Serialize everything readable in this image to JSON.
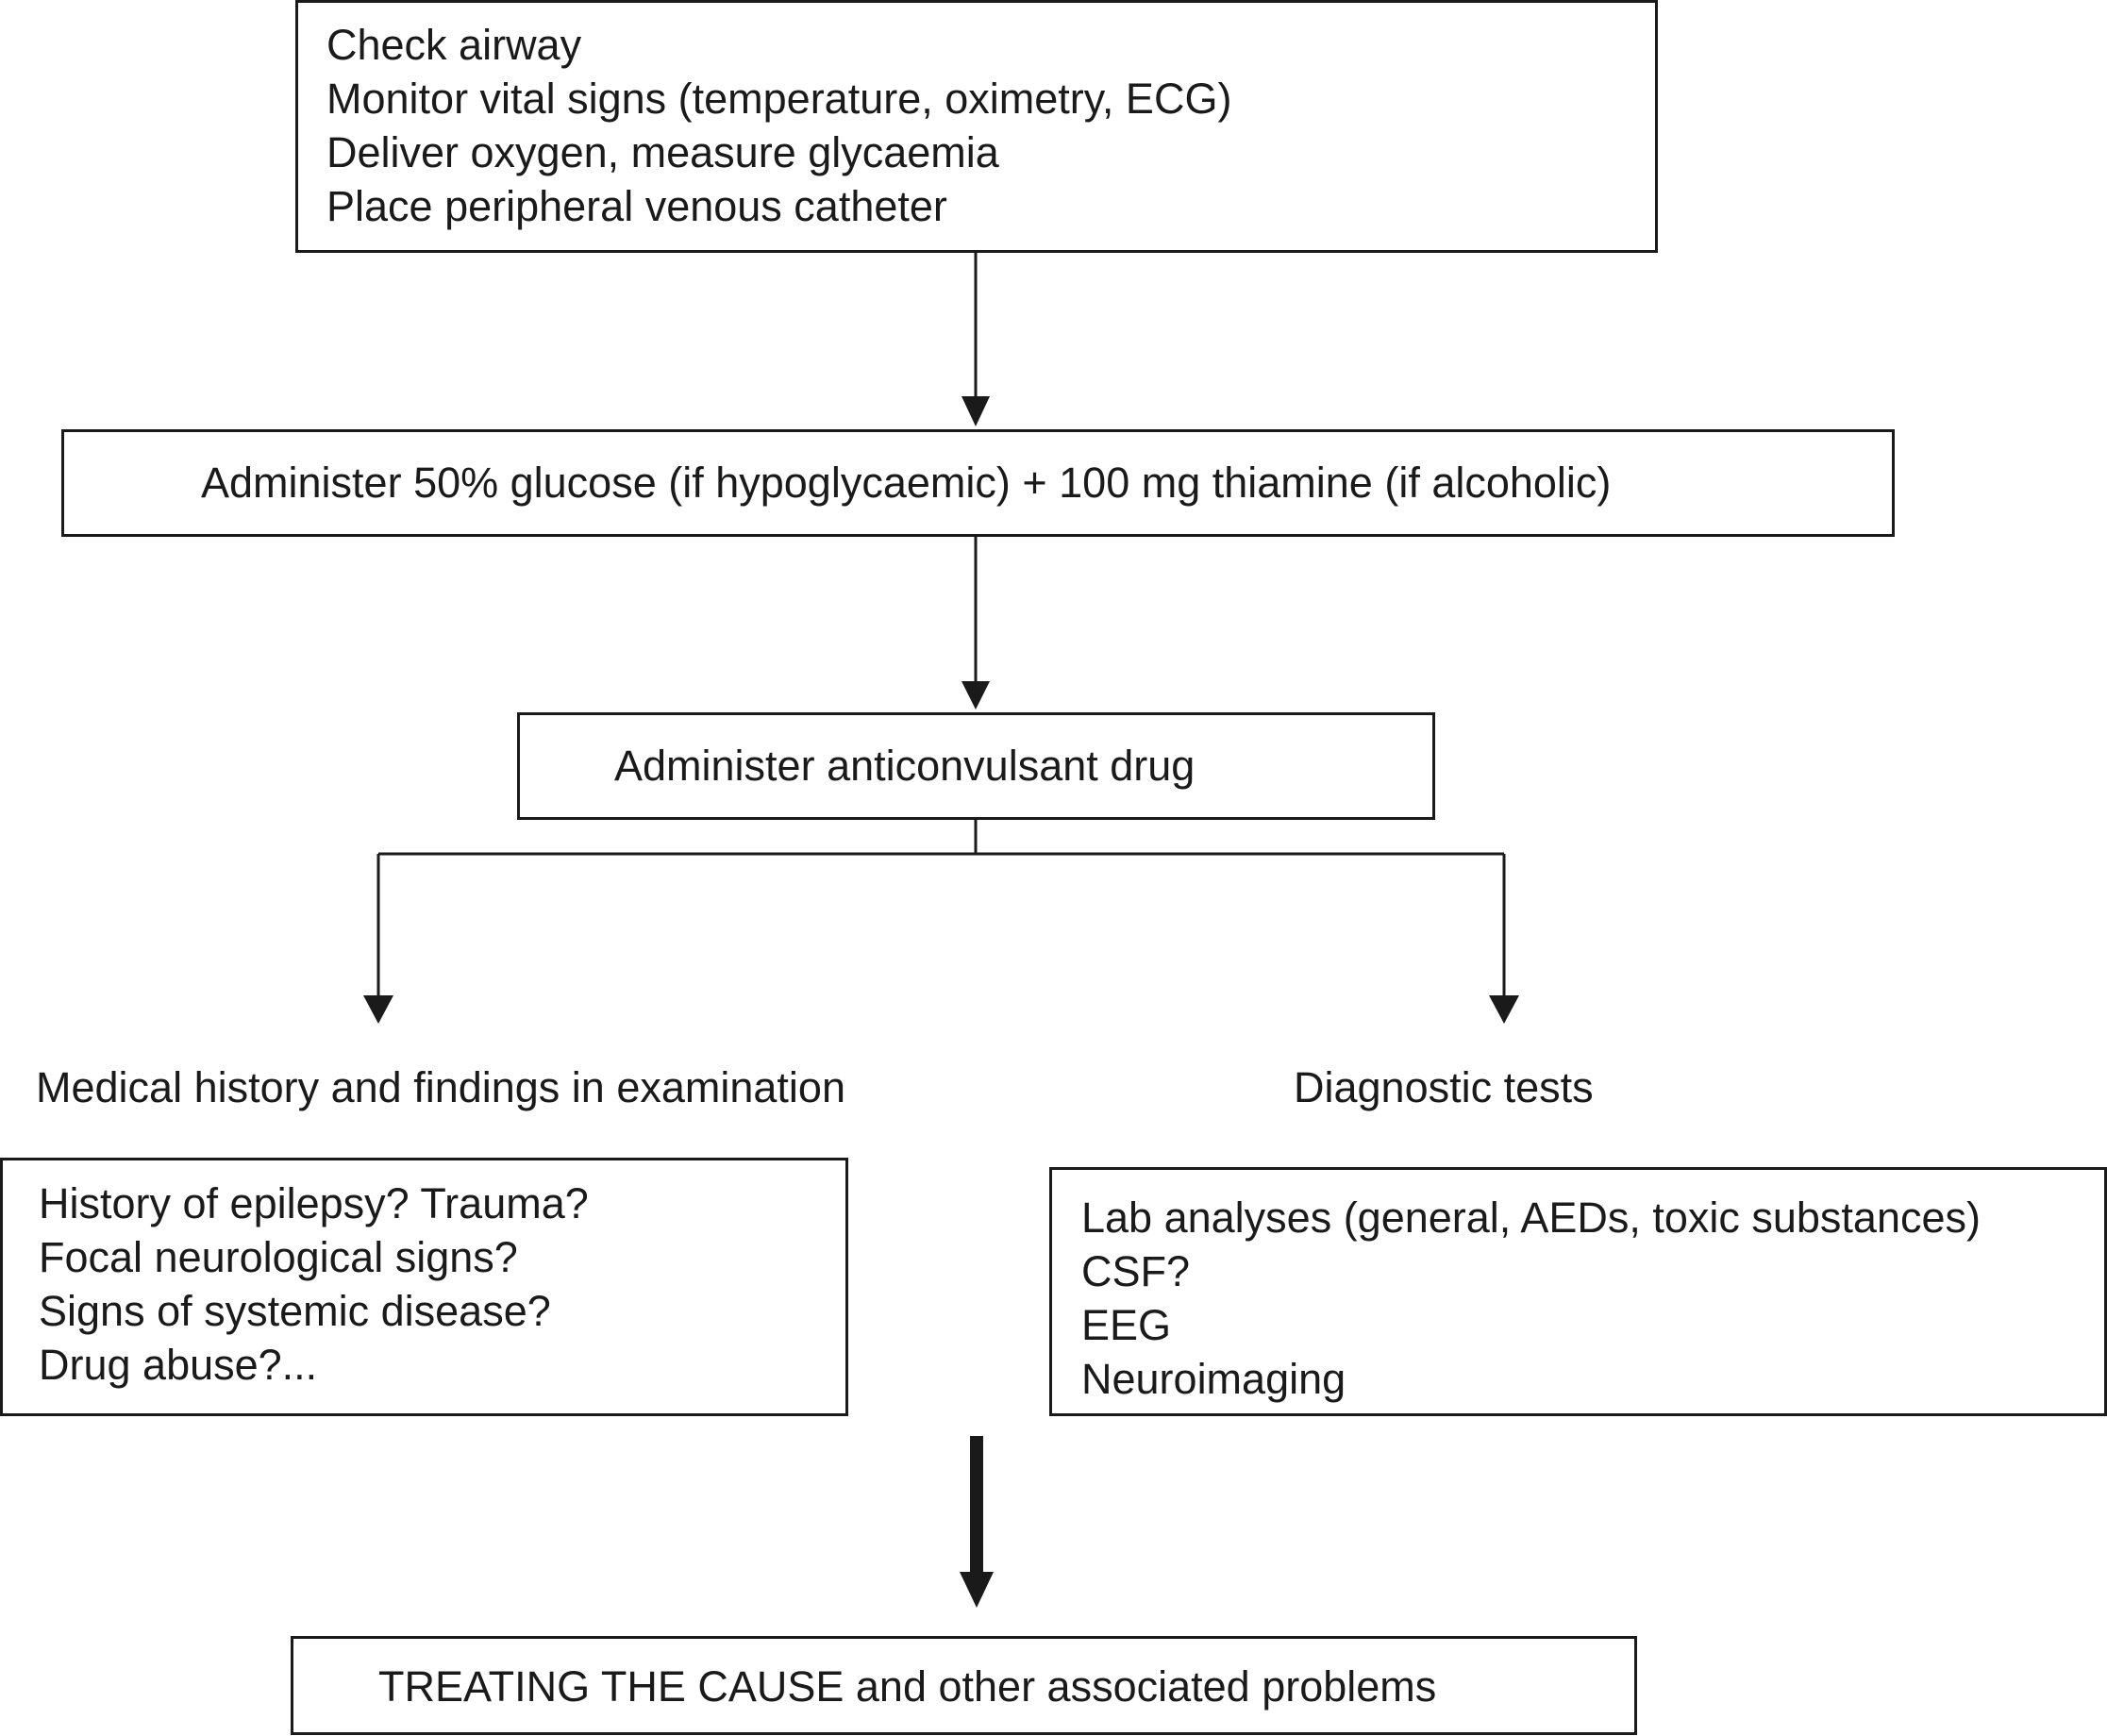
{
  "initial_steps": [
    "Check airway",
    "Monitor vital signs (temperature, oximetry, ECG)",
    "Deliver oxygen, measure glycaemia",
    "Place peripheral venous catheter"
  ],
  "glucose_step": "Administer 50% glucose (if hypoglycaemic) + 100 mg thiamine (if alcoholic)",
  "anticonvulsant_step": "Administer anticonvulsant drug",
  "left_branch": {
    "heading": "Medical history and findings in examination",
    "items": [
      "History of epilepsy? Trauma?",
      "Focal neurological signs?",
      "Signs of systemic disease?",
      "Drug abuse?..."
    ]
  },
  "right_branch": {
    "heading": "Diagnostic tests",
    "items": [
      "Lab analyses (general, AEDs, toxic substances)",
      "CSF?",
      "EEG",
      "Neuroimaging"
    ]
  },
  "final_step": "TREATING THE CAUSE and other associated problems"
}
